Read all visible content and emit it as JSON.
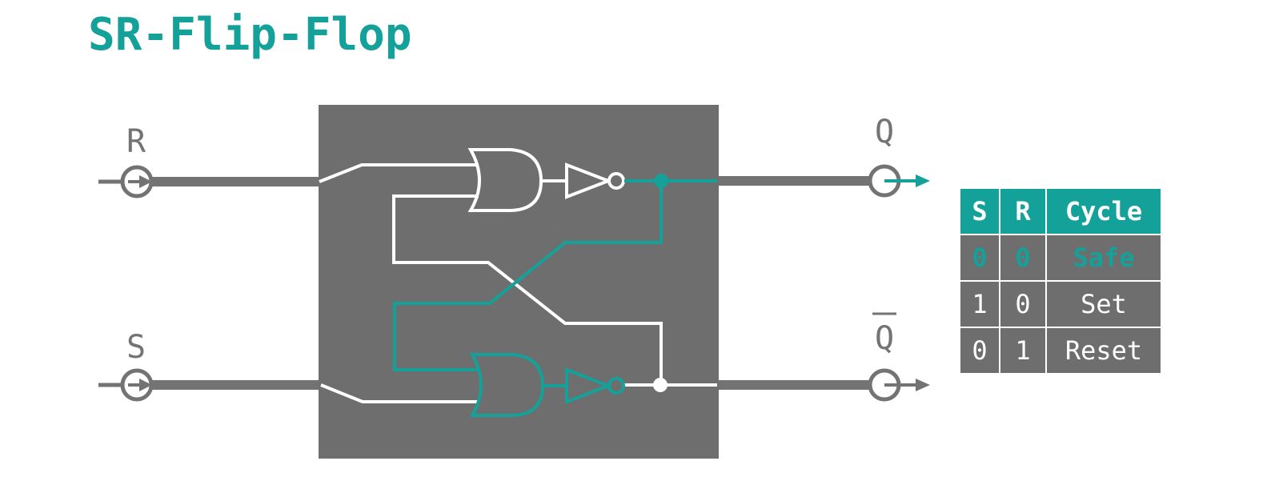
{
  "title": "SR-Flip-Flop",
  "inputs": {
    "r_label": "R",
    "s_label": "S"
  },
  "outputs": {
    "q_label": "Q",
    "qbar_label": "Q"
  },
  "colors": {
    "accent": "#14a19a",
    "box": "#6e6e6e",
    "wire": "#ffffff",
    "io": "#737373"
  },
  "truth_table": {
    "headers": [
      "S",
      "R",
      "Cycle"
    ],
    "rows": [
      {
        "s": "0",
        "r": "0",
        "cycle": "Safe",
        "highlight": true
      },
      {
        "s": "1",
        "r": "0",
        "cycle": "Set",
        "highlight": false
      },
      {
        "s": "0",
        "r": "1",
        "cycle": "Reset",
        "highlight": false
      }
    ]
  }
}
